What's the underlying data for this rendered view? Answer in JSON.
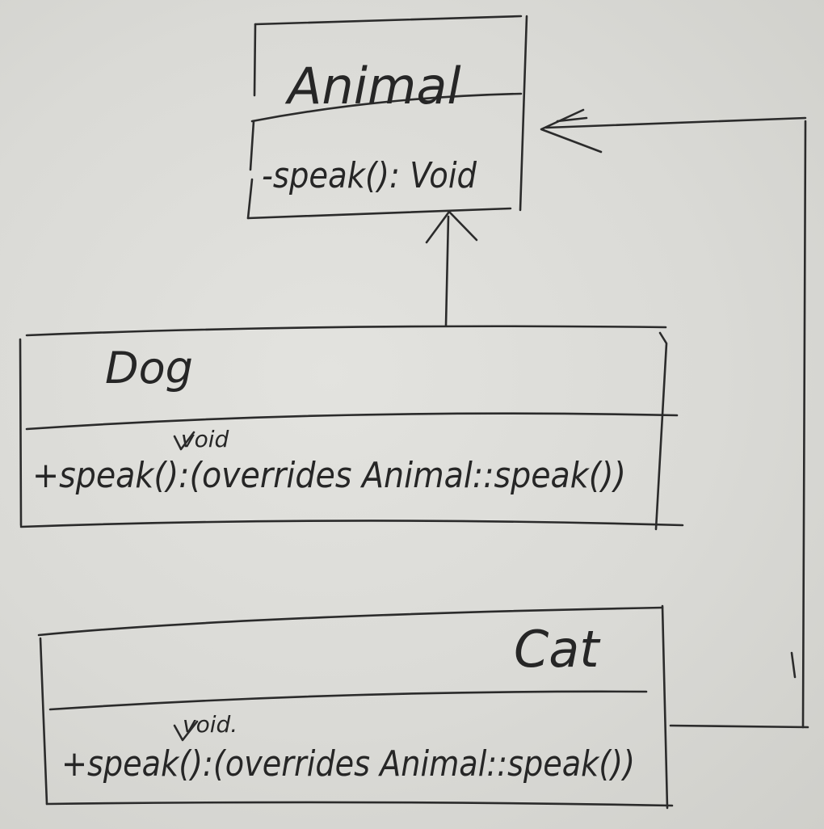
{
  "classes": {
    "animal": {
      "name": "Animal",
      "method": "-speak(): Void"
    },
    "dog": {
      "name": "Dog",
      "method": "+speak():(overrides Animal::speak())",
      "inserted_annotation": "void"
    },
    "cat": {
      "name": "Cat",
      "method": "+speak():(overrides Animal::speak())",
      "inserted_annotation": "void."
    }
  },
  "relationships": [
    {
      "from": "Dog",
      "to": "Animal",
      "type": "inheritance"
    },
    {
      "from": "Cat",
      "to": "Animal",
      "type": "inheritance"
    }
  ],
  "colors": {
    "paper": "#dcdcd8",
    "ink": "#2b2b2b"
  }
}
